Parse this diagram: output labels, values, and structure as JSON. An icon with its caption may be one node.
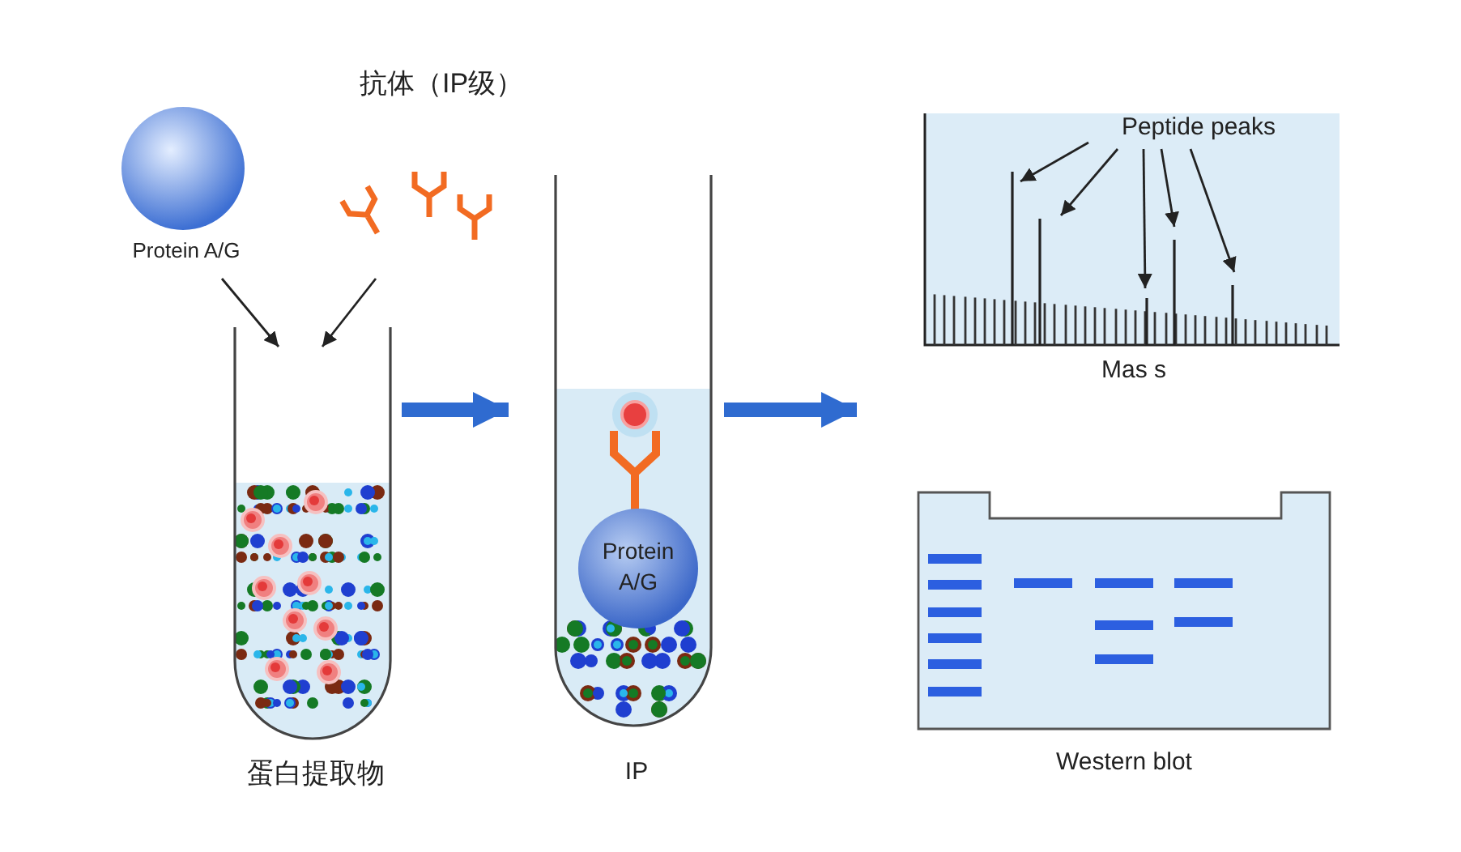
{
  "diagram": {
    "nodes": [
      {
        "text": [
          "Protein A/G"
        ]
      },
      {
        "text": [
          "抗体（IP级）"
        ]
      },
      {
        "text": [
          "蛋白提取物"
        ]
      },
      {
        "text": [
          "IP"
        ]
      },
      {
        "text": [
          "Protein A/G"
        ],
        "in": 3
      },
      {
        "text": [
          "Mas s"
        ]
      },
      {
        "text": [
          "Peptide peaks"
        ],
        "in": 5
      },
      {
        "text": [
          "Western blot"
        ]
      }
    ],
    "edges": [
      {
        "from": 0,
        "to": 2,
        "arrow": "to"
      },
      {
        "from": 1,
        "to": 2,
        "arrow": "to"
      },
      {
        "from": 2,
        "to": 3,
        "arrow": "to",
        "style": "thick",
        "color": "#2f6bd0"
      },
      {
        "from": 3,
        "to": null,
        "arrow": "to",
        "style": "thick",
        "color": "#2f6bd0"
      },
      {
        "from": 6,
        "to": null,
        "arrow": "to"
      },
      {
        "from": 6,
        "to": null,
        "arrow": "to"
      },
      {
        "from": 6,
        "to": null,
        "arrow": "to"
      },
      {
        "from": 6,
        "to": null,
        "arrow": "to"
      },
      {
        "from": 6,
        "to": null,
        "arrow": "to"
      }
    ]
  }
}
